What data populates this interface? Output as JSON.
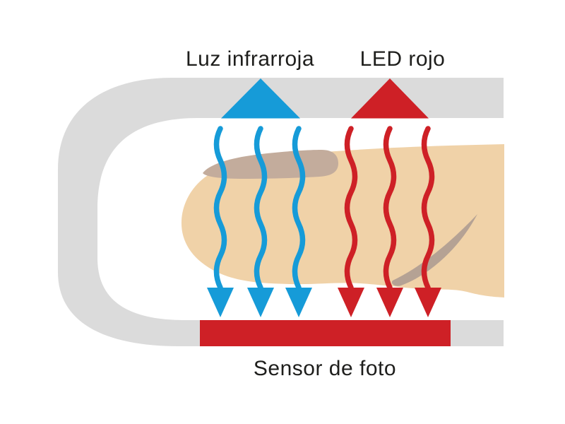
{
  "diagram": {
    "title": "pulse-oximeter-finger-sensor-diagram",
    "labels": {
      "infrared_light": "Luz infrarroja",
      "red_led": "LED rojo",
      "photo_sensor": "Sensor de foto"
    },
    "colors": {
      "background": "#ffffff",
      "clip-gray": "#dbdbdb",
      "infrared-blue": "#169bd8",
      "led-red": "#ce2026",
      "finger-skin": "#f0d2a8",
      "nail-shadow": "#c3ac9c",
      "crease-shadow": "#b5a294",
      "label-text": "#1e1e1c"
    },
    "rays": {
      "infrared_ray_count": 3,
      "red_ray_count": 3
    }
  }
}
